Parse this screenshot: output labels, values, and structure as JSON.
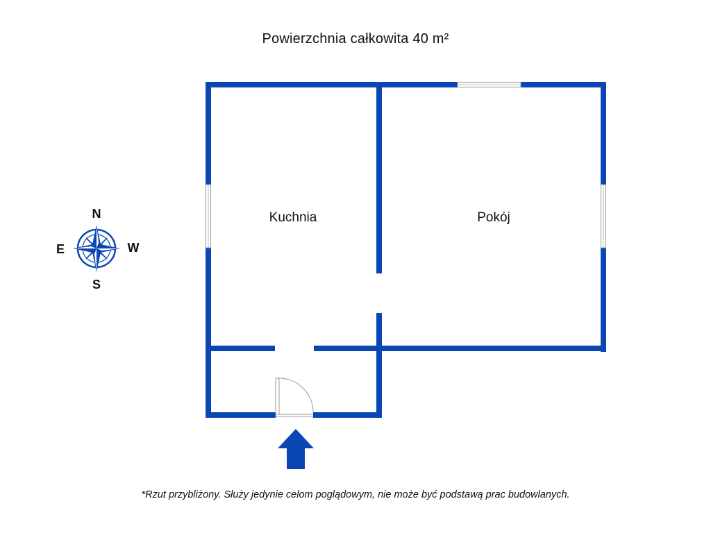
{
  "title": "Powierzchnia całkowita 40 m²",
  "rooms": {
    "kitchen": "Kuchnia",
    "living": "Pokój"
  },
  "compass": {
    "north": "N",
    "south": "S",
    "east": "E",
    "west": "W"
  },
  "disclaimer": "*Rzut przybliżony. Służy jedynie celom poglądowym, nie może być podstawą prac budowlanych.",
  "colors": {
    "wall": "#0a47b5",
    "text": "#111111"
  }
}
